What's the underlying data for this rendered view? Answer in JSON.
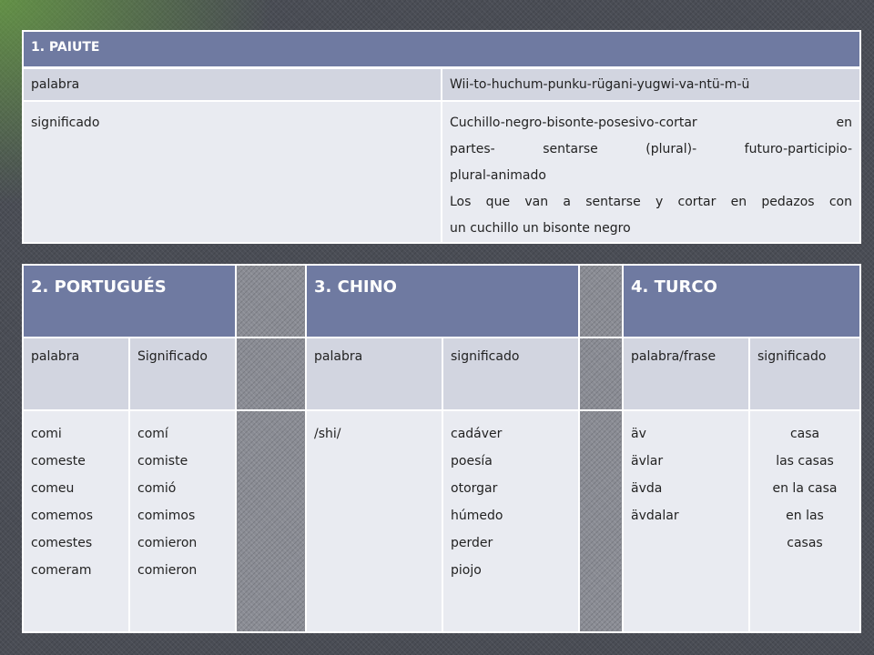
{
  "table1": {
    "title": "1.  PAIUTE",
    "rows": [
      {
        "label": "palabra",
        "value": "Wii-to-huchum-punku-rügani-yugwi-va-ntü-m-ü"
      },
      {
        "label": "significado",
        "lines": [
          "Cuchillo-negro-bisonte-posesivo-cortar en",
          "partes- sentarse (plural)- futuro-participio-",
          "plural-animado",
          "Los que van a sentarse y cortar en pedazos con",
          "un cuchillo un bisonte negro"
        ]
      }
    ]
  },
  "table2": {
    "portugues": {
      "title": "2.  PORTUGUÉS",
      "col1": "palabra",
      "col2": "Significado",
      "palabras": [
        "comi",
        "comeste",
        "comeu",
        "comemos",
        "comestes",
        "comeram"
      ],
      "significados": [
        "comí",
        "comiste",
        "comió",
        "comimos",
        "comieron",
        "comieron"
      ]
    },
    "chino": {
      "title": "3.  CHINO",
      "col1": "palabra",
      "col2": "significado",
      "palabras": [
        "/shi/"
      ],
      "significados": [
        "cadáver",
        "poesía",
        "otorgar",
        "húmedo",
        "perder",
        "piojo"
      ]
    },
    "turco": {
      "title": "4.  TURCO",
      "col1": "palabra/frase",
      "col2": "significado",
      "palabras": [
        "äv",
        "ävlar",
        "ävda",
        "ävdalar"
      ],
      "significados": [
        "casa",
        "las casas",
        "en la casa",
        "en las",
        "casas"
      ]
    }
  }
}
